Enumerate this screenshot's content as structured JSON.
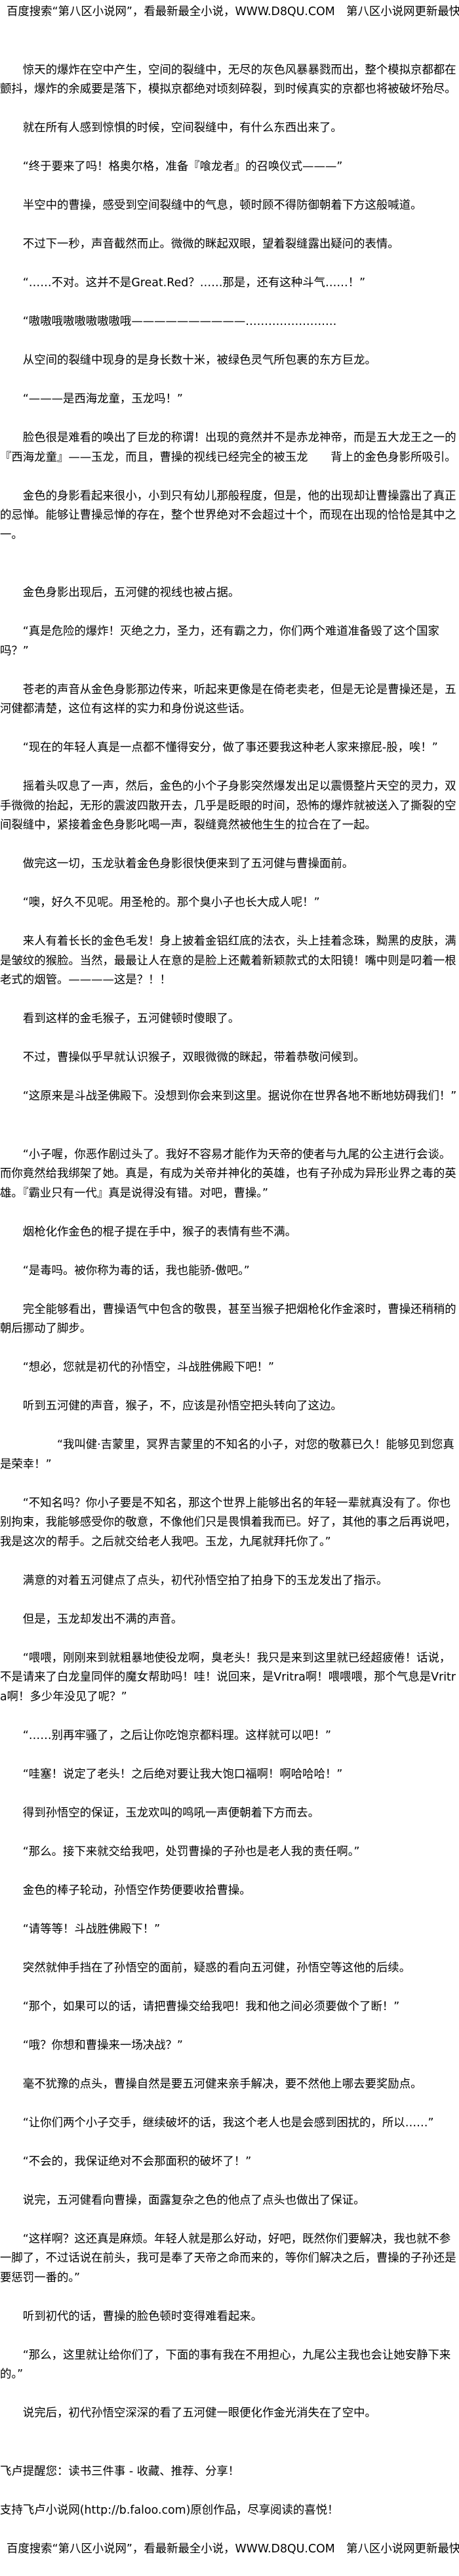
{
  "header": {
    "banner": "百度搜索“第八区小说网”，看最新最全小说，WWW.D8QU.COM　第八区小说网更新最快！"
  },
  "paragraphs": [
    {
      "text": "惊天的爆炸在空中产生，空间的裂缝中，无尽的灰色风暴暴戮而出，整个模拟京都都在颤抖，爆炸的余威要是落下，模拟京都绝对顷刻碎裂，到时候真实的京都也将被破坏殆尽。"
    },
    {
      "text": "就在所有人感到惊惧的时候，空间裂缝中，有什么东西出来了。"
    },
    {
      "text": "“终于要来了吗！格奥尔格，准备『喰龙者』的召唤仪式———”"
    },
    {
      "text": "半空中的曹操，感受到空间裂缝中的气息，顿时顾不得防御朝着下方这般喊道。"
    },
    {
      "text": "不过下一秒，声音截然而止。微微的眯起双眼，望着裂缝露出疑问的表情。"
    },
    {
      "text": "“……不对。这并不是Great.Red？……那是，还有这种斗气……！”"
    },
    {
      "text": "“嗷嗷哦嗷嗷嗷嗷嗷哦——————————……………………"
    },
    {
      "text": "从空间的裂缝中现身的是身长数十米，被绿色灵气所包裹的东方巨龙。"
    },
    {
      "text": "“———是西海龙童，玉龙吗！”"
    },
    {
      "text": "脸色很是难看的唤出了巨龙的称谓！出现的竟然并不是赤龙神帝，而是五大龙王之一的『西海龙童』——玉龙，而且，曹操的视线已经完全的被玉龙　　背上的金色身影所吸引。"
    },
    {
      "text": "金色的身影看起来很小，小到只有幼儿那般程度，但是，他的出现却让曹操露出了真正的忌惮。能够让曹操忌惮的存在，整个世界绝对不会超过十个，而现在出现的恰恰是其中之一。",
      "extra": true
    },
    {
      "text": "金色身影出现后，五河健的视线也被占据。"
    },
    {
      "text": "“真是危险的爆炸！灭绝之力，圣力，还有霸之力，你们两个难道准备毁了这个国家吗？”"
    },
    {
      "text": "苍老的声音从金色身影那边传来，听起来更像是在倚老卖老，但是无论是曹操还是，五河健都清楚，这位有这样的实力和身份说这些话。"
    },
    {
      "text": "“现在的年轻人真是一点都不懂得安分，做了事还要我这种老人家来擦屁-股，唉！”"
    },
    {
      "text": "摇着头叹息了一声，然后，金色的小个子身影突然爆发出足以震慑整片天空的灵力，双手微微的抬起，无形的震波四散开去，几乎是眨眼的时间，恐怖的爆炸就被送入了撕裂的空间裂缝中，紧接着金色身影叱喝一声，裂缝竟然被他生生的拉合在了一起。"
    },
    {
      "text": "做完这一切，玉龙驮着金色身影很快便来到了五河健与曹操面前。"
    },
    {
      "text": "“噢，好久不见呢。用圣枪的。那个臭小子也长大成人呢！”"
    },
    {
      "text": "来人有着长长的金色毛发！身上披着金铝红底的法衣，头上挂着念珠，黝黑的皮肤，满是皱纹的猴脸。当然，最最让人在意的是脸上还戴着新颖款式的太阳镜！嘴中则是叼着一根老式的烟管。————这是？！！"
    },
    {
      "text": "看到这样的金毛猴子，五河健顿时傻眼了。"
    },
    {
      "text": "不过，曹操似乎早就认识猴子，双眼微微的眯起，带着恭敬问候到。"
    },
    {
      "text": "“这原来是斗战圣佛殿下。没想到你会来到这里。据说你在世界各地不断地妨碍我们！”",
      "extra": true
    },
    {
      "text": "“小子喔，你恶作剧过头了。我好不容易才能作为天帝的使者与九尾的公主进行会谈。而你竟然给我绑架了她。真是，有成为关帝并神化的英雄，也有子孙成为异形业界之毒的英雄。『霸业只有一代』真是说得没有错。对吧，曹操。”"
    },
    {
      "text": "烟枪化作金色的棍子提在手中，猴子的表情有些不满。"
    },
    {
      "text": "“是毒吗。被你称为毒的话，我也能骄-傲吧。”"
    },
    {
      "text": "完全能够看出，曹操语气中包含的敬畏，甚至当猴子把烟枪化作金滚时，曹操还稍稍的朝后挪动了脚步。"
    },
    {
      "text": "“想必，您就是初代的孙悟空，斗战胜佛殿下吧！”"
    },
    {
      "text": "听到五河健的声音，猴子，不，应该是孙悟空把头转向了这边。"
    },
    {
      "text": "“我叫健·吉蒙里，冥界吉蒙里的不知名的小子，对您的敬慕已久！能够见到您真是荣幸！”",
      "deep": true
    },
    {
      "text": "“不知名吗？你小子要是不知名，那这个世界上能够出名的年轻一辈就真没有了。你也别拘束，我能够感受你的敬意，不像他们只是畏惧着我而已。好了，其他的事之后再说吧，我是这次的帮手。之后就交给老人我吧。玉龙，九尾就拜托你了。”"
    },
    {
      "text": "满意的对着五河健点了点头，初代孙悟空拍了拍身下的玉龙发出了指示。"
    },
    {
      "text": "但是，玉龙却发出不满的声音。"
    },
    {
      "text": "“喂喂，刚刚来到就粗暴地使役龙啊，臭老头！我只是来到这里就已经超疲倦！话说，不是请来了白龙皇同伴的魔女帮助吗！哇！说回来，是Vritra啊！喂喂喂，那个气息是Vritra啊！多少年没见了呢？”"
    },
    {
      "text": "“……别再牢骚了，之后让你吃饱京都料理。这样就可以吧！”"
    },
    {
      "text": "“哇塞！说定了老头！之后绝对要让我大饱口福啊！啊哈哈哈！”"
    },
    {
      "text": "得到孙悟空的保证，玉龙欢叫的鸣吼一声便朝着下方而去。"
    },
    {
      "text": "“那么。接下来就交给我吧，处罚曹操的子孙也是老人我的责任啊。”"
    },
    {
      "text": "金色的棒子轮动，孙悟空作势便要收拾曹操。"
    },
    {
      "text": "“请等等！斗战胜佛殿下！”"
    },
    {
      "text": "突然就伸手挡在了孙悟空的面前，疑惑的看向五河健，孙悟空等这他的后续。"
    },
    {
      "text": "“那个，如果可以的话，请把曹操交给我吧！我和他之间必须要做个了断！”"
    },
    {
      "text": "“哦？你想和曹操来一场决战？”"
    },
    {
      "text": "毫不犹豫的点头，曹操自然是要五河健来亲手解决，要不然他上哪去要奖励点。"
    },
    {
      "text": "“让你们两个小子交手，继续破坏的话，我这个老人也是会感到困扰的，所以……”"
    },
    {
      "text": "“不会的，我保证绝对不会那面积的破坏了！”"
    },
    {
      "text": "说完，五河健看向曹操，面露复杂之色的他点了点头也做出了保证。"
    },
    {
      "text": "“这样啊？这还真是麻烦。年轻人就是那么好动，好吧，既然你们要解决，我也就不参一脚了，不过话说在前头，我可是奉了天帝之命而来的，等你们解决之后，曹操的子孙还是要惩罚一番的。”"
    },
    {
      "text": "听到初代的话，曹操的脸色顿时变得难看起来。"
    },
    {
      "text": "“那么，这里就让给你们了，下面的事有我在不用担心，九尾公主我也会让她安静下来的。”"
    },
    {
      "text": "说完后，初代孙悟空深深的看了五河健一眼便化作金光消失在了空中。",
      "extra": true
    }
  ],
  "footer": {
    "reminder": "飞卢提醒您：读书三件事 - 收藏、推荐、分享！",
    "support": "支持飞卢小说网(http://b.faloo.com)原创作品，尽享阅读的喜悦！",
    "banner": "百度搜索“第八区小说网”，看最新最全小说，WWW.D8QU.COM　第八区小说网更新最快！"
  }
}
